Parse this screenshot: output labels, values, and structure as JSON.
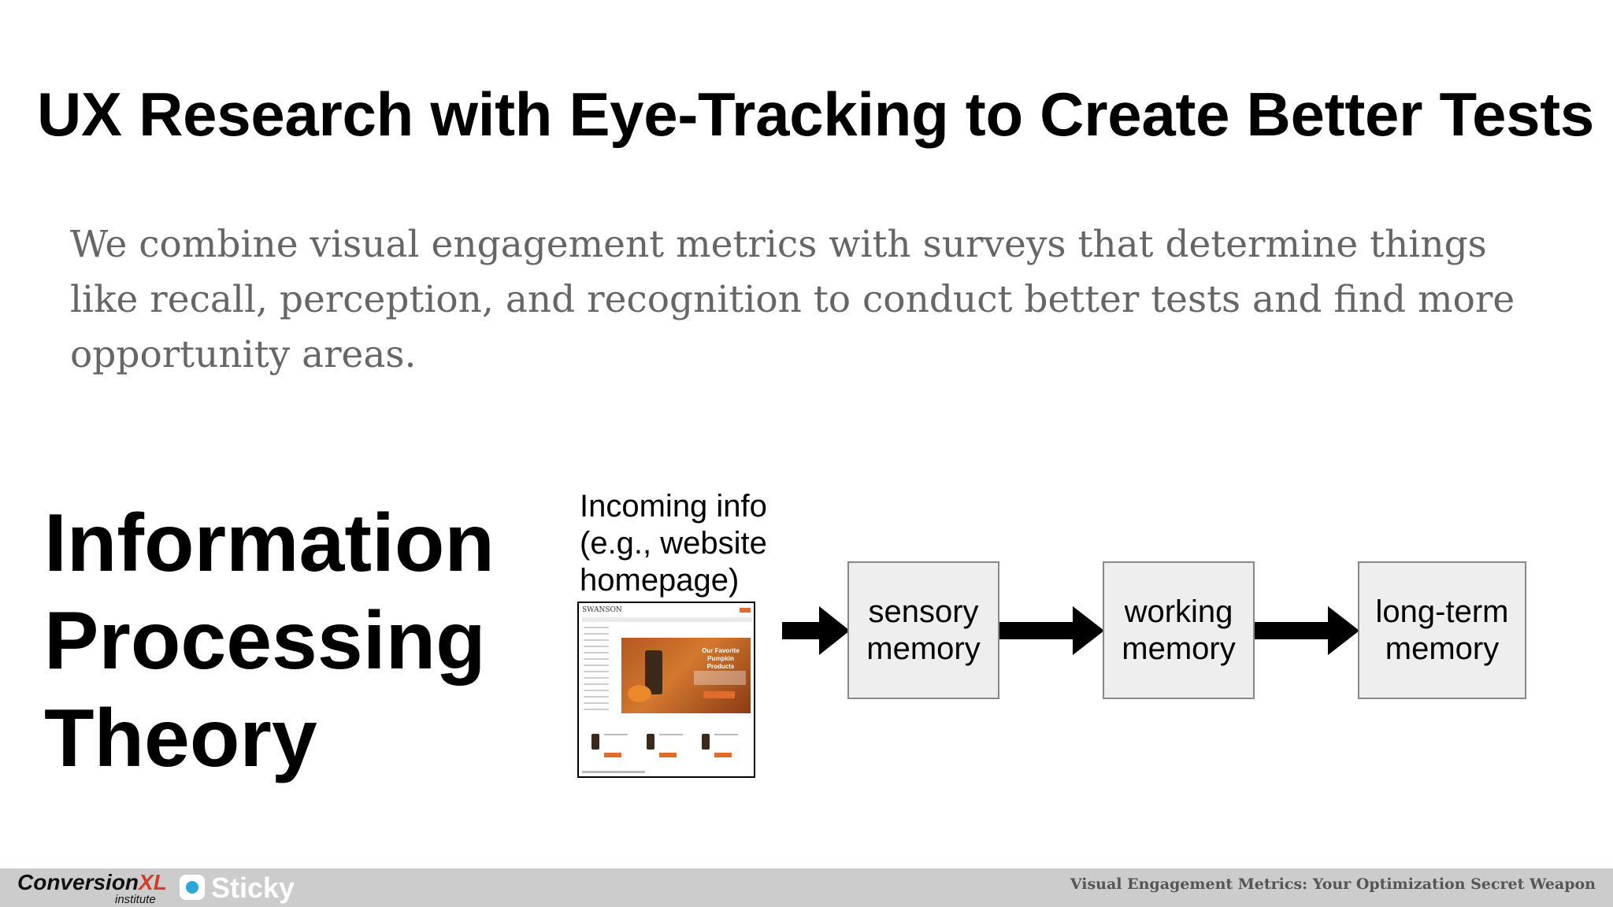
{
  "slide": {
    "title": "UX Research with Eye-Tracking to Create Better Tests",
    "body": "We combine visual engagement metrics with surveys that determine things like recall, perception, and recognition to conduct better tests and find more opportunity areas.",
    "heading_lines": [
      "Information",
      "Processing",
      "Theory"
    ]
  },
  "diagram": {
    "caption_lines": [
      "Incoming info",
      "(e.g., website",
      "homepage)"
    ],
    "thumbnail": {
      "logo": "SWANSON",
      "hero_title": "Our Favorite Pumpkin Products"
    },
    "boxes": [
      {
        "lines": [
          "sensory",
          "memory"
        ]
      },
      {
        "lines": [
          "working",
          "memory"
        ]
      },
      {
        "lines": [
          "long-term",
          "memory"
        ]
      }
    ]
  },
  "footer": {
    "cxl_name": "Conversion",
    "cxl_suffix": "XL",
    "cxl_sub": "institute",
    "sticky": "Sticky",
    "presentation_title": "Visual Engagement Metrics: Your Optimization Secret Weapon"
  }
}
